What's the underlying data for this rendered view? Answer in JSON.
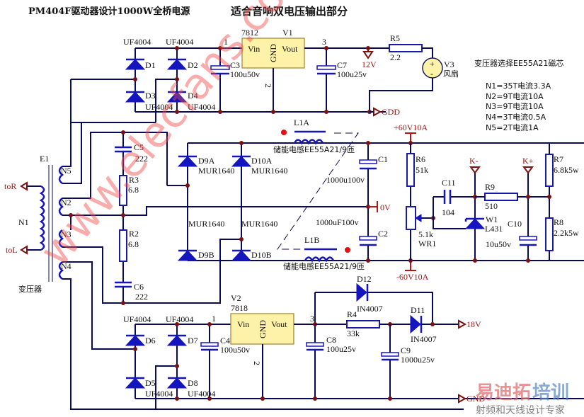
{
  "title": {
    "main": "PM404F驱动器设计1000W全桥电源",
    "sub": "适合音响双电压输出部分"
  },
  "transformer": {
    "ref": "E1",
    "caption": "变压器",
    "primary": "N1",
    "secondaries": [
      "N5",
      "N2",
      "N3",
      "N4"
    ],
    "ports": {
      "top": "toR",
      "bottom": "toL"
    },
    "core_note": "变压器选择EE55A21磁芯",
    "windings": [
      "N1=35T电流3.3A",
      "N2=9T电流10A",
      "N3=9T电流10A",
      "N4=3T电流0.5A",
      "N5=2T电流1A"
    ]
  },
  "upper_supply": {
    "diodes": [
      {
        "ref": "D1",
        "part": "UF4004"
      },
      {
        "ref": "D2",
        "part": "UF4004"
      },
      {
        "ref": "D3",
        "part": "UF4004"
      },
      {
        "ref": "D4",
        "part": "UF4004"
      }
    ],
    "regulator": {
      "ref": "V1",
      "part": "7812",
      "vin": "Vin",
      "gnd": "GND",
      "vout": "Vout",
      "pin1": "1",
      "pin2": "2",
      "pin3": "3"
    },
    "c3": {
      "ref": "C3",
      "value": "100u50v"
    },
    "c7": {
      "ref": "C7",
      "value": "100u25v"
    },
    "r5": {
      "ref": "R5",
      "value": "2.2"
    },
    "out_label": "12V",
    "fan": {
      "ref": "V3",
      "name": "风扇",
      "plus": "+",
      "minus": "-"
    },
    "gnd_label": "GDD"
  },
  "snubber": {
    "c5": {
      "ref": "C5",
      "value": "222"
    },
    "r3": {
      "ref": "R3",
      "value": "6.8"
    },
    "r2": {
      "ref": "R2",
      "value": "6.8"
    },
    "c6": {
      "ref": "C6",
      "value": "222"
    }
  },
  "main_bridge": {
    "d9a": {
      "ref": "D9A",
      "part": "MUR1640"
    },
    "d10a": {
      "ref": "D10A",
      "part": "MUR1640"
    },
    "d9b": {
      "ref": "D9B",
      "part": "MUR1640"
    },
    "d10b": {
      "ref": "D10B",
      "part": "MUR1640"
    },
    "l1a": {
      "ref": "L1A",
      "note": "储能电感EE55A21/9匝"
    },
    "l1b": {
      "ref": "L1B",
      "note": "储能电感EE55A21/9匝"
    },
    "c1": {
      "ref": "C1",
      "value": "1000u100v"
    },
    "c2": {
      "ref": "C2",
      "value": "1000uF100v"
    },
    "zero_label": "0V",
    "pos_label": "+60V10A",
    "neg_label": "-60V10A"
  },
  "feedback": {
    "r6": {
      "ref": "R6",
      "value": "51k"
    },
    "wr1": {
      "ref": "WR1",
      "value": "5.1k"
    },
    "c11": {
      "ref": "C11",
      "value": "104"
    },
    "r9": {
      "ref": "R9",
      "value": "510"
    },
    "w1": {
      "ref": "W1",
      "part": "L431"
    },
    "c10": {
      "ref": "C10",
      "value": "10u50v"
    },
    "r7": {
      "ref": "R7",
      "value": "6.8k5w"
    },
    "r8": {
      "ref": "R8",
      "value": "2.2k5w"
    },
    "k_minus": "K-",
    "k_plus": "K+"
  },
  "lower_supply": {
    "diodes": [
      {
        "ref": "D6",
        "part": "UF4004"
      },
      {
        "ref": "D7",
        "part": "UF4004"
      },
      {
        "ref": "D5",
        "part": "UF4004"
      },
      {
        "ref": "D8",
        "part": "UF4004"
      }
    ],
    "regulator": {
      "ref": "V2",
      "part": "7818",
      "vin": "Vin",
      "gnd": "GND",
      "vout": "Vout",
      "pin1": "1",
      "pin2": "2",
      "pin3": "3"
    },
    "c4": {
      "ref": "C4",
      "value": "100u50v"
    },
    "c8": {
      "ref": "C8",
      "value": "100u25v"
    },
    "r4": {
      "ref": "R4",
      "value": "33k"
    },
    "c9": {
      "ref": "C9",
      "value": "1000u25v"
    },
    "d12": {
      "ref": "D12",
      "part": "IN4007"
    },
    "d11": {
      "ref": "D11",
      "part": "IN4007"
    },
    "out_label": "18V",
    "gnd_label": "GND"
  },
  "watermarks": {
    "site": "www.elecfans.com",
    "brand_red": "易迪拓",
    "brand_blue": "培训",
    "brand_tag": "射频和天线设计专家"
  }
}
